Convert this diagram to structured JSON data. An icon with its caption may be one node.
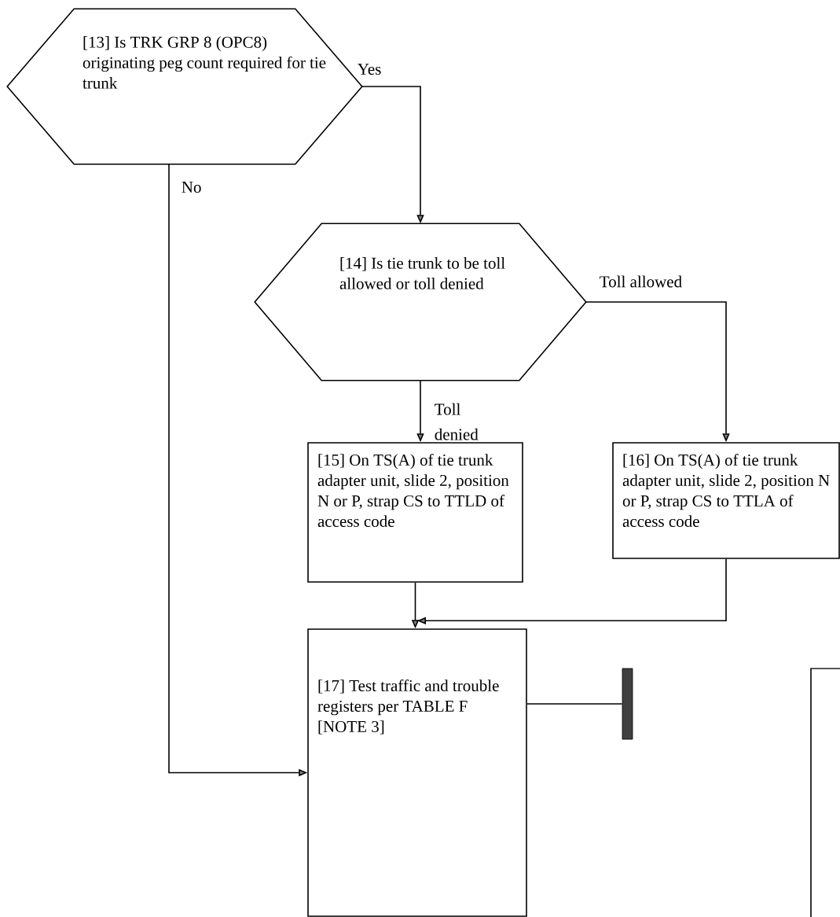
{
  "diagram": {
    "nodes": [
      {
        "text": [
          "[13] Is TRK GRP 8 (OPC8) originating peg count required for tie trunk"
        ]
      },
      {
        "text": [
          "[14] Is tie trunk to be toll allowed or toll denied"
        ]
      },
      {
        "text": [
          "[15] On TS(A) of tie trunk adapter unit, slide 2, position N or P, strap CS to TTLD of access code"
        ]
      },
      {
        "text": [
          "[16] On TS(A) of tie trunk adapter unit, slide 2, position N or P, strap CS to TTLA of access code"
        ]
      },
      {
        "text": [
          "[17] Test traffic and trouble registers per TABLE F [NOTE 3]"
        ]
      },
      {
        "text": [],
        "shape": "bar"
      },
      {
        "text": [],
        "shape": "box"
      }
    ],
    "edges": [
      {
        "from": 0,
        "to": 1,
        "arrow": "to",
        "label": "Yes"
      },
      {
        "from": 0,
        "to": 4,
        "arrow": "to",
        "label": "No"
      },
      {
        "from": 1,
        "to": 2,
        "arrow": "to",
        "label": "Toll denied"
      },
      {
        "from": 1,
        "to": 3,
        "arrow": "to",
        "label": "Toll allowed"
      },
      {
        "from": 2,
        "to": 4,
        "arrow": "to"
      },
      {
        "from": 3,
        "to": 4,
        "arrow": "to"
      },
      {
        "from": 4,
        "to": 5,
        "arrow": "none"
      }
    ]
  }
}
